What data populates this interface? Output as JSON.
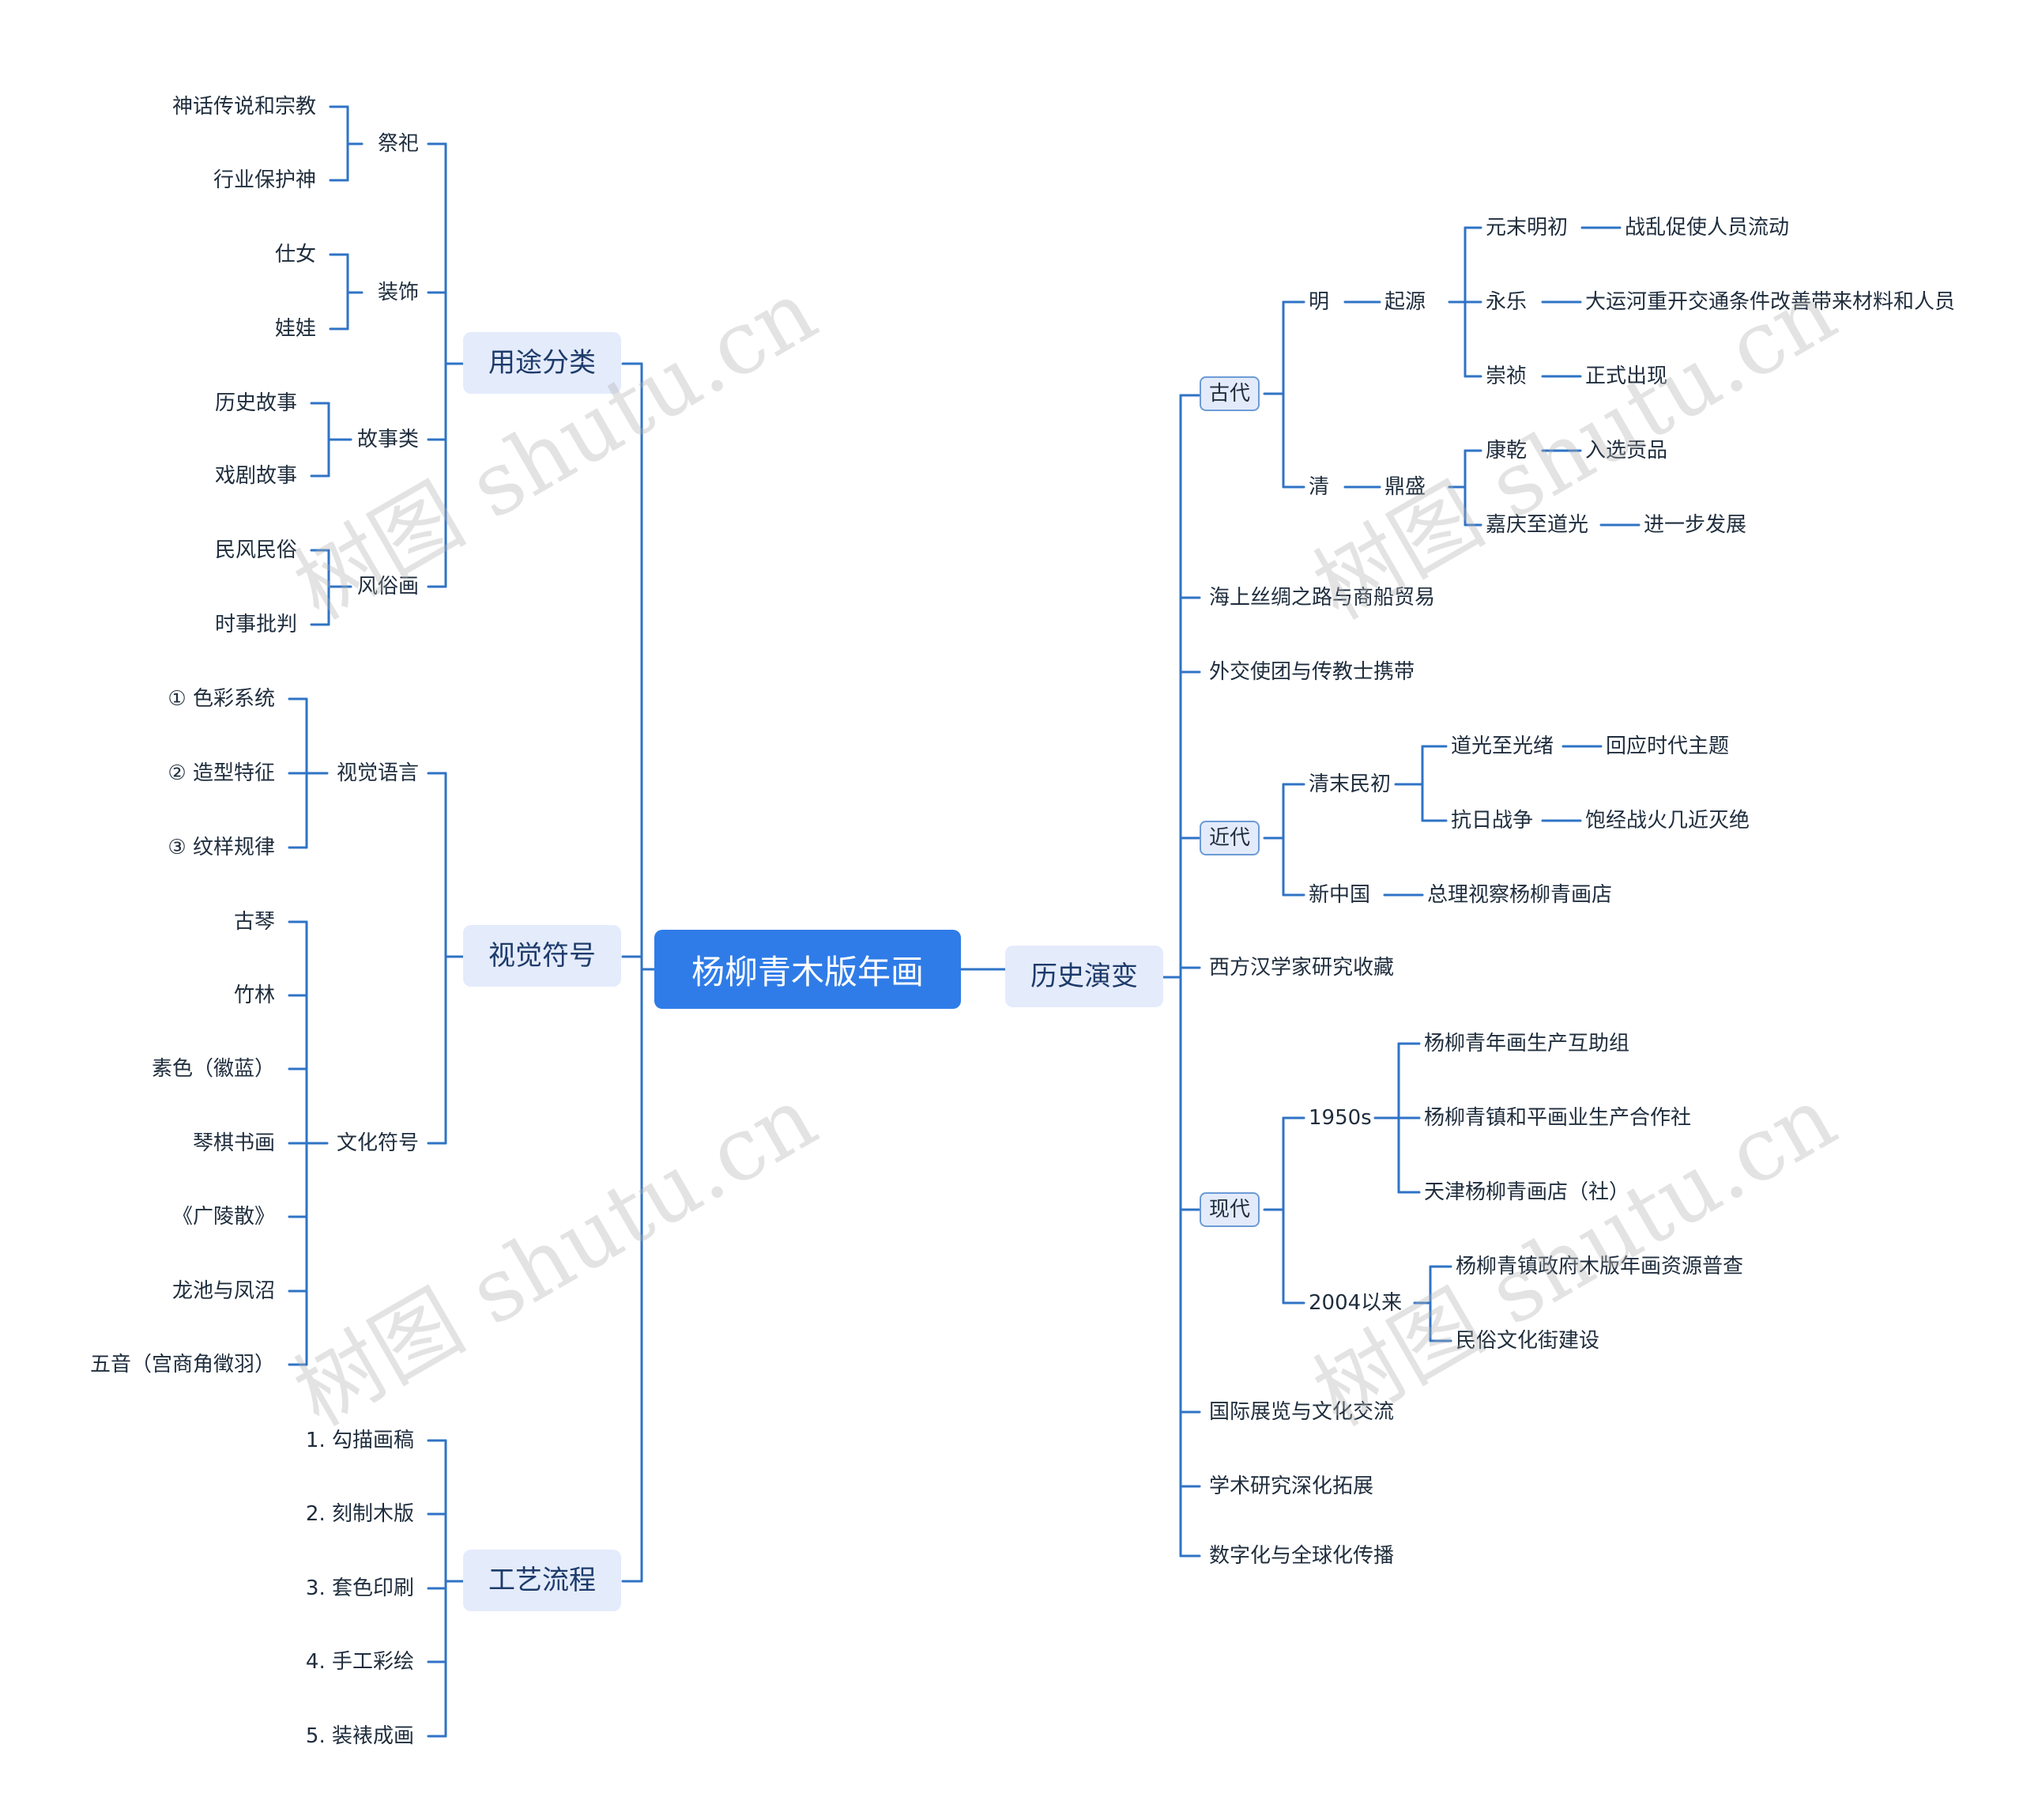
{
  "root": "杨柳青木版年画",
  "left": {
    "usage": {
      "label": "用途分类",
      "groups": [
        {
          "label": "祭祀",
          "items": [
            "神话传说和宗教",
            "行业保护神"
          ]
        },
        {
          "label": "装饰",
          "items": [
            "仕女",
            "娃娃"
          ]
        },
        {
          "label": "故事类",
          "items": [
            "历史故事",
            "戏剧故事"
          ]
        },
        {
          "label": "风俗画",
          "items": [
            "民风民俗",
            "时事批判"
          ]
        }
      ]
    },
    "visual": {
      "label": "视觉符号",
      "groups": [
        {
          "label": "视觉语言",
          "items": [
            "① 色彩系统",
            "② 造型特征",
            "③ 纹样规律"
          ]
        },
        {
          "label": "文化符号",
          "items": [
            "古琴",
            "竹林",
            "素色（徽蓝）",
            "琴棋书画",
            "《广陵散》",
            "龙池与凤沼",
            "五音（宫商角徵羽）"
          ]
        }
      ]
    },
    "craft": {
      "label": "工艺流程",
      "items": [
        "1. 勾描画稿",
        "2. 刻制木版",
        "3. 套色印刷",
        "4. 手工彩绘",
        "5. 装裱成画"
      ]
    }
  },
  "history": {
    "label": "历史演变",
    "ancient": {
      "label": "古代",
      "ming": {
        "label": "明",
        "child": "起源",
        "items": [
          {
            "label": "元末明初",
            "note": "战乱促使人员流动"
          },
          {
            "label": "永乐",
            "note": "大运河重开交通条件改善带来材料和人员"
          },
          {
            "label": "崇祯",
            "note": "正式出现"
          }
        ]
      },
      "qing": {
        "label": "清",
        "child": "鼎盛",
        "items": [
          {
            "label": "康乾",
            "note": "入选贡品"
          },
          {
            "label": "嘉庆至道光",
            "note": "进一步发展"
          }
        ]
      }
    },
    "silk_road": "海上丝绸之路与商船贸易",
    "diplomacy": "外交使团与传教士携带",
    "modern_early": {
      "label": "近代",
      "late_qing": {
        "label": "清末民初",
        "items": [
          {
            "label": "道光至光绪",
            "note": "回应时代主题"
          },
          {
            "label": "抗日战争",
            "note": "饱经战火几近灭绝"
          }
        ]
      },
      "new_china": {
        "label": "新中国",
        "note": "总理视察杨柳青画店"
      }
    },
    "western": "西方汉学家研究收藏",
    "contemporary": {
      "label": "现代",
      "s1950": {
        "label": "1950s",
        "items": [
          "杨柳青年画生产互助组",
          "杨柳青镇和平画业生产合作社",
          "天津杨柳青画店（社）"
        ]
      },
      "s2004": {
        "label": "2004以来",
        "items": [
          "杨柳青镇政府木版年画资源普查",
          "民俗文化街建设"
        ]
      }
    },
    "intl": "国际展览与文化交流",
    "academic": "学术研究深化拓展",
    "digital": "数字化与全球化传播"
  },
  "watermark": "树图 shutu.cn",
  "colors": {
    "line": "#2f73c6",
    "root_bg": "#2f7ce8",
    "main_bg": "#e4ebfb",
    "sub_box_bg": "#e3ebfb"
  }
}
